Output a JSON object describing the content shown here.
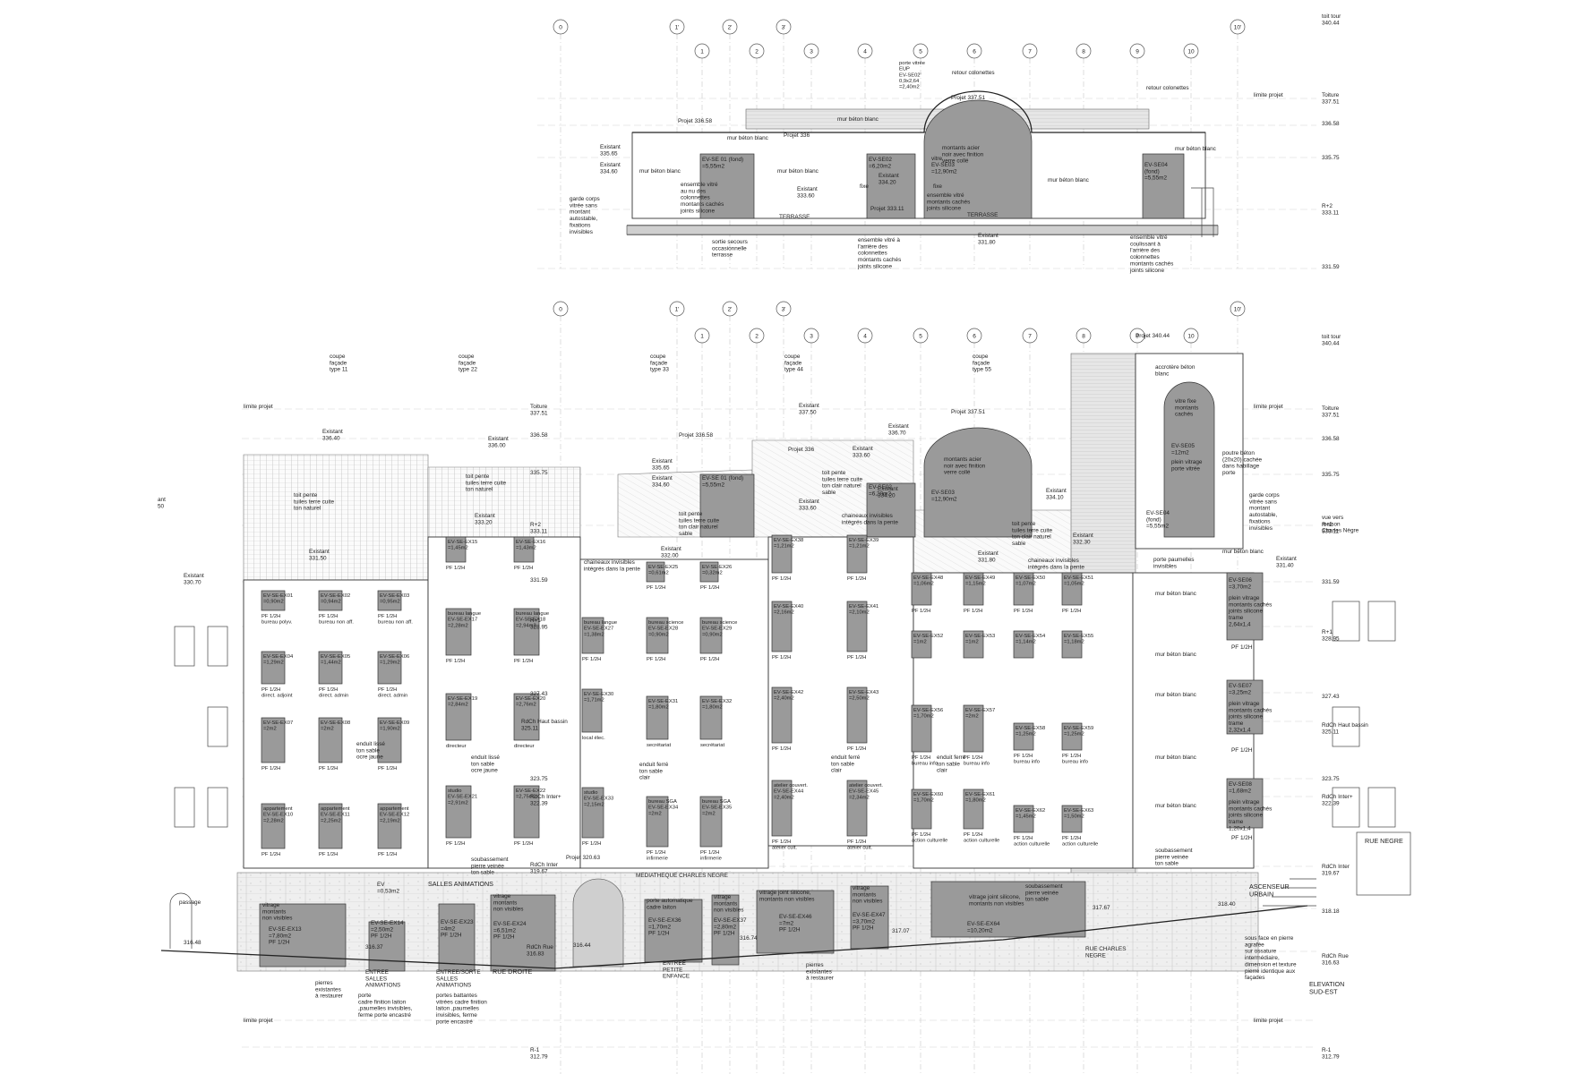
{
  "grid_upper": [
    "0",
    "1'",
    "1",
    "2'",
    "2",
    "3'",
    "3",
    "4",
    "5",
    "6",
    "7",
    "8",
    "9",
    "10",
    "10'"
  ],
  "grid_lower": [
    "0",
    "1'",
    "1",
    "2'",
    "2",
    "3'",
    "3",
    "4",
    "5",
    "6",
    "7",
    "8",
    "9",
    "10",
    "10'"
  ],
  "levels_right": {
    "toit_tour": "toit tour\n340.44",
    "toiture": "Toiture\n337.51",
    "l336": "336.58",
    "l335": "335.75",
    "r2": "R+2\n333.11",
    "l331": "331.59",
    "r1": "R+1\n328.95",
    "l327": "327.43",
    "rdch_haut": "RdCh Haut bassin\n325.11",
    "l323": "323.75",
    "rdch_inter": "RdCh Inter+\n322.39",
    "rdch_inter2": "RdCh Inter\n319.67",
    "l318": "318.18",
    "rdch_rue": "RdCh Rue\n316.63",
    "r_1": "R-1\n312.79"
  },
  "upper": {
    "retour1": "retour colonettes",
    "retour2": "retour colonettes",
    "limite_projet": "limite projet",
    "porte_vitree": "porte vitrée\nEUP\nEV-SE02'\n0,9x2,64\n=2,40m2",
    "projet_33751": "Projet 337.51",
    "projet_33658": "Projet 336.58",
    "mur_beton_blanc_top": "mur béton blanc",
    "projet_336": "Projet 336",
    "existant_33565": "Existant\n335.65",
    "existant_33460": "Existant\n334.60",
    "mur_beton_blanc_1": "mur béton blanc",
    "mur_beton_blanc_2": "mur béton blanc",
    "mur_beton_blanc_3": "mur béton blanc",
    "mur_beton_blanc_4": "mur béton blanc",
    "mur_beton_blanc_5": "mur béton blanc",
    "evse01": "EV-SE 01 (fond)\n=5,55m2",
    "evse02": "EV-SE02\n=6,20m2",
    "evse03": "EV-SE03\n=12,90m2",
    "evse04": "EV-SE04\n(fond)\n=5,55m2",
    "montants_acier": "montants acier\nnoir avec finition\nverre collé",
    "vitre": "vitre",
    "existant_33420": "Existant\n334.20",
    "fixe1": "fixe",
    "fixe2": "fixe",
    "ensemble_vitre_1": "ensemble vitré\nau nu des\ncolonnettes\nmontants cachés\njoints silicone",
    "existant_33360": "Existant\n333.60",
    "projet_33311": "Projet 333.11",
    "ensemble_vitre_2": "ensemble vitré\nmontants cachés\njoints silicone",
    "terrasse1": "TERRASSE",
    "terrasse2": "TERRASSE",
    "garde_corps": "garde corps\nvitrée sans\nmontant\nautostable,\nfixations\ninvisibles",
    "sortie_secours": "sortie secours\noccasionnelle\nterrasse",
    "ensemble_vitre_3": "ensemble vitré à\nl'arrière des\ncolonnettes\nmontants cachés\njoints silicone",
    "existant_33180": "Existant\n331.80",
    "ensemble_vitre_4": "ensemble vitré\ncoulissant à\nl'arrière des\ncolonnettes\nmontants cachés\njoints silicone"
  },
  "lower": {
    "coupes": [
      "coupe\nfaçade\ntype 11",
      "coupe\nfaçade\ntype 22",
      "coupe\nfaçade\ntype 33",
      "coupe\nfaçade\ntype 44",
      "coupe\nfaçade\ntype 55"
    ],
    "limite_projet_top_left": "limite projet",
    "limite_projet_top_right": "limite projet",
    "limite_projet_bot_left": "limite projet",
    "limite_projet_bot_right": "limite projet",
    "existant_33640": "Existant\n336.40",
    "existant_33600": "Existant\n336.00",
    "existant_33150": "Existant\n331.50",
    "existant_33070": "Existant\n330.70",
    "existant_33320": "Existant\n333.20",
    "toit_pente_1": "toit pente\ntuiles terre cuite\nton naturel",
    "toit_pente_2": "toit pente\ntuiles terre cuite\nton naturel",
    "toit_pente_3": "toit pente\ntuiles terre cuite\nton clair naturel\nsable",
    "toit_pente_4": "toit pente\ntuiles terre cuite\nton clair naturel\nsable",
    "toit_pente_5": "toit pente\ntuiles terre cuite\nton clair naturel\nsable",
    "projet_33751": "Projet 337.51",
    "projet_34044": "Projet 340.44",
    "projet_33658": "Projet 336.58",
    "projet_336": "Projet 336",
    "existant_33750": "Existant\n337.50",
    "existant_33670": "Existant\n336.70",
    "existant_33565": "Existant\n335.65",
    "existant_33460": "Existant\n334.60",
    "existant_33360": "Existant\n333.60",
    "existant_33550": "Existant\n333.60",
    "existant_33420": "Existant\n334.20",
    "existant_33410": "Existant\n334.10",
    "existant_33230": "Existant\n332.30",
    "existant_33200": "Existant\n332.00",
    "existant_33180": "Existant\n331.80",
    "existant_33140": "Existant\n331.40",
    "accrotere": "accrotère béton\nblanc",
    "vitre_fixe": "vitre fixe\nmontants\ncachés",
    "evse05": "EV-SE05\n=12m2",
    "plein_vitrage_1": "plein vitrage\nporte vitrée",
    "poutre_beton": "poutre béton\n(20x20) cachée\ndans habillage\nporte",
    "garde_corps": "garde corps\nvitrée sans\nmontant\nautostable,\nfixations\ninvisibles",
    "vue_vers": "vue vers\nmaison\nCharles Nègre",
    "evse04": "EV-SE04\n(fond)\n=5,55m2",
    "evse01": "EV-SE 01 (fond)\n=5,55m2",
    "evse02": "EV-SE02\n=6,20m2",
    "evse03": "EV-SE03\n=12,90m2",
    "montants_acier": "montants acier\nnoir avec finition\nverre collé",
    "chaineaux_1": "chaineaux invisibles\nintégrés dans la pente",
    "chaineaux_2": "chaineaux invisibles\nintégrés dans la pente",
    "chaineaux_3": "chaineaux invisibles\nintégrés dans la pente",
    "porte_paumelles": "porte paumelles\ninvisibles",
    "mur_beton_blanc": [
      "mur béton blanc",
      "mur béton blanc",
      "mur béton blanc",
      "mur béton blanc",
      "mur béton blanc",
      "mur béton blanc"
    ],
    "evse06": "EV-SE06\n=3,70m2",
    "plein_vitrage_06": "plein vitrage\nmontants cachés\njoints silicone\ntrame\n2,64x1,4",
    "evse07": "EV-SE07\n=3,25m2",
    "plein_vitrage_07": "plein vitrage\nmontants cachés\njoints silicone\ntrame\n2,32x1,4",
    "evse08": "EV-SE08\n=1,68m2",
    "plein_vitrage_08": "plein vitrage\nmontants cachés\njoints silicone\ntrame\n1,20x1,4",
    "pf_right": [
      "PF 1/2H",
      "PF 1/2H",
      "PF 1/2H"
    ],
    "rue_negre": "RUE NEGRE",
    "ascenseur": "ASCENSEUR\nURBAIN",
    "l31840": "318.40",
    "soubassement_right": "soubassement\npierre veinée\nton sable",
    "sous_face": "sous face en pierre\nagrafée\nsur ossature\nintermédiaire,\ndimension et texture\npierre identique aux\nfaçades",
    "elevation": "ELEVATION\nSUD-EST",
    "existant_rue_negre": "RUE CHARLES\nNEGRE",
    "mediatheque": "MEDIATHEQUE CHARLES NEGRE",
    "projet_32063": "Projet 320.63",
    "soubassement_left": "soubassement\npierre veinée\nton sable",
    "soubassement_mid": "soubassement\npierre veinée\nton sable",
    "enduit_lisse": "enduit lissé\nton sable\nocre jaune",
    "enduit_lisse_2": "enduit lissé\nton sable\nocre jaune",
    "enduit_ferre_1": "enduit ferré\nton sable\nclair",
    "enduit_ferre_2": "enduit ferré\nton sable\nclair",
    "enduit_ferre_3": "enduit ferré\nton sable\nclair",
    "salles_anim": "SALLES ANIMATIONS",
    "passage": "passage",
    "l31648": "316.48",
    "l31637": "316.37",
    "l31644": "316.44",
    "l31674": "316.74",
    "l31707": "317.07",
    "l31767": "317.67",
    "entree_salles": "ENTREE\nSALLES\nANIMATIONS",
    "entree_sortie": "ENTREE/SORTE\nSALLES\nANIMATIONS",
    "portes_battantes": "portes battantes\nvitrées cadre finition\nlaiton ,paumelles\ninvisibles, ferme\nporte encastré",
    "porte_cadre": "porte\ncadre finition laiton\n,paumelles invisibles,\nferme porte encastré",
    "pierres_existantes_1": "pierres\nexistantes\nà restaurer",
    "pierres_existantes_2": "pierres\nexistantes\nà restaurer",
    "rue_droite": "RUE DROITE",
    "entree_petite": "ENTREE\nPETITE\nENFANCE",
    "ev_053": "EV\n=0,53m2",
    "rdch_rue_mid": "RdCh Rue\n316.83",
    "vitrage_montants_1": "vitrage\nmontants\nnon visibles",
    "vitrage_montants_2": "vitrage\nmontants\nnon visibles",
    "vitrage_montants_3": "vitrage\nmontants\nnon visibles",
    "vitrage_montants_4": "vitrage\nmontants\nnon visibles",
    "vitrage_joint_1": "vitrage joint silicone,\nmontants non visibles",
    "vitrage_joint_2": "vitrage joint silicone,\nmontants non visibles",
    "porte_auto": "porte automatique\ncadre laiton",
    "evse_ex13": "EV-SE-EX13\n=7,80m2\nPF 1/2H",
    "evse_ex14": "EV-SE-EX14\n=2,50m2\nPF 1/2H",
    "evse_ex23": "EV-SE-EX23\n=4m2\nPF 1/2H",
    "evse_ex24": "EV-SE-EX24\n=6,51m2\nPF 1/2H",
    "evse_ex36": "EV-SE-EX36\n=1,70m2\nPF 1/2H",
    "evse_ex37": "EV-SE-EX37\n=2,80m2\nPF 1/2H",
    "evse_ex46": "EV-SE-EX46\n=7m2\nPF 1/2H",
    "evse_ex47": "EV-SE-EX47\n=3,70m2\nPF 1/2H",
    "evse_ex64": "EV-SE-EX64\n=10,20m2",
    "r_1_mid": "R+2\n333.11",
    "r1_mid": "R+1\n328.95",
    "rdch_haut_mid": "RdCh Haut bassin\n325.11",
    "l32743_mid": "327.43",
    "l32375_mid": "323.75",
    "rdch_inter_mid": "RdCh Inter+\n322.39",
    "rdch_inter2_mid": "RdCh Inter\n319.67",
    "l33159_mid": "331.59",
    "l33751_mid": "Toiture\n337.51",
    "l33658_mid": "336.58",
    "l33575_mid": "335.75",
    "left_edge": "ant\n50"
  },
  "win_grid": [
    {
      "id": "EV-SE-EX01",
      "area": "=0,90m2",
      "note": "PF 1/2H\nbureau polyv."
    },
    {
      "id": "EV-SE-EX02",
      "area": "=0,94m2",
      "note": "PF 1/2H\nbureau non aff."
    },
    {
      "id": "EV-SE-EX03",
      "area": "=0,95m2",
      "note": "PF 1/2H\nbureau non aff."
    },
    {
      "id": "EV-SE-EX04",
      "area": "=1,29m2",
      "note": "PF 1/2H\ndirect. adjoint"
    },
    {
      "id": "EV-SE-EX05",
      "area": "=1,44m2",
      "note": "PF 1/2H\ndirect. admin"
    },
    {
      "id": "EV-SE-EX06",
      "area": "=1,29m2",
      "note": "PF 1/2H\ndirect. admin"
    },
    {
      "id": "EV-SE-EX07",
      "area": "=2m2",
      "note": "PF 1/2H"
    },
    {
      "id": "EV-SE-EX08",
      "area": "=2m2",
      "note": "PF 1/2H"
    },
    {
      "id": "EV-SE-EX09",
      "area": "=1,90m2",
      "note": "PF 1/2H"
    },
    {
      "id": "appartement\nEV-SE-EX10",
      "area": "=2,28m2",
      "note": "PF 1/2H"
    },
    {
      "id": "appartement\nEV-SE-EX11",
      "area": "=2,25m2",
      "note": "PF 1/2H"
    },
    {
      "id": "appartement\nEV-SE-EX12",
      "area": "=2,19m2",
      "note": "PF 1/2H"
    },
    {
      "id": "EV-SE-EX15",
      "area": "=1,45m2",
      "note": "PF 1/2H"
    },
    {
      "id": "EV-SE-EX16",
      "area": "=1,43m2",
      "note": "PF 1/2H"
    },
    {
      "id": "bureau langue\nEV-SE-EX17",
      "area": "=2,28m2",
      "note": "PF 1/2H"
    },
    {
      "id": "bureau langue\nEV-SE-EX18",
      "area": "=2,94m2",
      "note": "PF 1/2H"
    },
    {
      "id": "EV-SE-EX19",
      "area": "=2,84m2",
      "note": "directeur"
    },
    {
      "id": "EV-SE-EX20",
      "area": "=2,76m2",
      "note": "directeur"
    },
    {
      "id": "studio\nEV-SE-EX21",
      "area": "=2,91m2",
      "note": "PF 1/2H"
    },
    {
      "id": "EV-SE-EX22",
      "area": "=2,75m2",
      "note": "PF 1/2H"
    },
    {
      "id": "EV-SE-EX25",
      "area": "=0,61m2",
      "note": "PF 1/2H"
    },
    {
      "id": "EV-SE-EX26",
      "area": "=0,32m2",
      "note": "PF 1/2H"
    },
    {
      "id": "bureau langue\nEV-SE-EX27",
      "area": "=1,38m2",
      "note": "PF 1/2H"
    },
    {
      "id": "bureau science\nEV-SE-EX28",
      "area": "=0,90m2",
      "note": "PF 1/2H"
    },
    {
      "id": "bureau science\nEV-SE-EX29",
      "area": "=0,90m2",
      "note": "PF 1/2H"
    },
    {
      "id": "EV-SE-EX30",
      "area": "=1,71m2",
      "note": "local élec."
    },
    {
      "id": "EV-SE-EX31",
      "area": "=1,80m2",
      "note": "secrétariat"
    },
    {
      "id": "EV-SE-EX32",
      "area": "=1,80m2",
      "note": "secrétariat"
    },
    {
      "id": "studio\nEV-SE-EX33",
      "area": "=2,15m2",
      "note": "PF 1/2H"
    },
    {
      "id": "bureau SGA\nEV-SE-EX34",
      "area": "=2m2",
      "note": "PF 1/2H\ninfirmerie"
    },
    {
      "id": "bureau SGA\nEV-SE-EX35",
      "area": "=2m2",
      "note": "PF 1/2H\ninfirmerie"
    },
    {
      "id": "EV-SE-EX38",
      "area": "=1,21m2",
      "note": "PF 1/2H"
    },
    {
      "id": "EV-SE-EX39",
      "area": "=1,21m2",
      "note": "PF 1/2H"
    },
    {
      "id": "EV-SE-EX40",
      "area": "=2,16m2",
      "note": "PF 1/2H"
    },
    {
      "id": "EV-SE-EX41",
      "area": "=2,10m2",
      "note": "PF 1/2H"
    },
    {
      "id": "EV-SE-EX42",
      "area": "=2,40m2",
      "note": "PF 1/2H"
    },
    {
      "id": "EV-SE-EX43",
      "area": "=2,50m2",
      "note": "PF 1/2H"
    },
    {
      "id": "atelier couvert.\nEV-SE-EX44",
      "area": "=2,40m2",
      "note": "PF 1/2H\natelier cult."
    },
    {
      "id": "atelier couvert.\nEV-SE-EX45",
      "area": "=2,34m2",
      "note": "PF 1/2H\natelier cult."
    },
    {
      "id": "EV-SE-EX48",
      "area": "=1,06m2",
      "note": "PF 1/2H"
    },
    {
      "id": "EV-SE-EX49",
      "area": "=1,15m2",
      "note": "PF 1/2H"
    },
    {
      "id": "EV-SE-EX50",
      "area": "=1,07m2",
      "note": "PF 1/2H"
    },
    {
      "id": "EV-SE-EX51",
      "area": "=1,05m2",
      "note": "PF 1/2H"
    },
    {
      "id": "EV-SE-EX52",
      "area": "=1m2",
      "note": ""
    },
    {
      "id": "EV-SE-EX53",
      "area": "=1m2",
      "note": ""
    },
    {
      "id": "EV-SE-EX54",
      "area": "=1,14m2",
      "note": ""
    },
    {
      "id": "EV-SE-EX55",
      "area": "=1,18m2",
      "note": ""
    },
    {
      "id": "EV-SE-EX56",
      "area": "=1,70m2",
      "note": "PF 1/2H\nbureau info"
    },
    {
      "id": "EV-SE-EX57",
      "area": "=2m2",
      "note": "PF 1/2H\nbureau info"
    },
    {
      "id": "EV-SE-EX58",
      "area": "=1,25m2",
      "note": "PF 1/2H\nbureau info"
    },
    {
      "id": "EV-SE-EX59",
      "area": "=1,25m2",
      "note": "PF 1/2H\nbureau info"
    },
    {
      "id": "EV-SE-EX60",
      "area": "=1,70m2",
      "note": "PF 1/2H\naction culturelle"
    },
    {
      "id": "EV-SE-EX61",
      "area": "=1,80m2",
      "note": "PF 1/2H\naction culturelle"
    },
    {
      "id": "EV-SE-EX62",
      "area": "=1,45m2",
      "note": "PF 1/2H\naction culturelle"
    },
    {
      "id": "EV-SE-EX63",
      "area": "=1,50m2",
      "note": "PF 1/2H\naction culturelle"
    }
  ]
}
